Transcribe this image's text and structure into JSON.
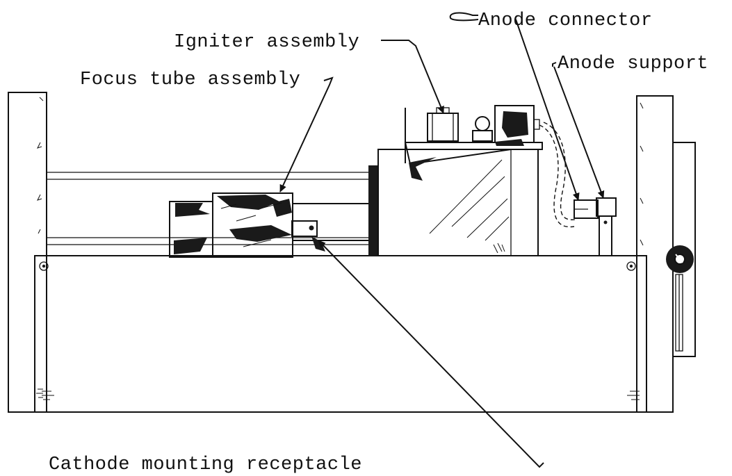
{
  "labels": {
    "anode_connector": "Anode connector",
    "igniter_assembly": "Igniter assembly",
    "anode_support": "Anode support",
    "focus_tube_assembly": "Focus tube assembly",
    "cathode_mounting_receptacle": "Cathode mounting receptacle"
  }
}
